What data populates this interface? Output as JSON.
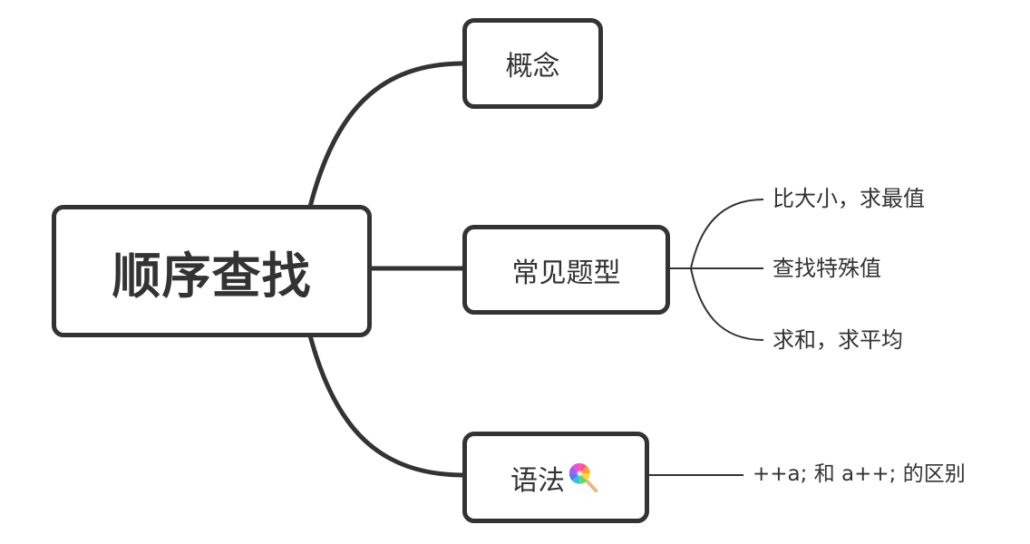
{
  "diagram": {
    "type": "mind-map",
    "root": {
      "label": "顺序查找"
    },
    "branches": [
      {
        "id": "concept",
        "label": "概念",
        "children": []
      },
      {
        "id": "types",
        "label": "常见题型",
        "children": [
          {
            "label": "比大小，求最值"
          },
          {
            "label": "查找特殊值"
          },
          {
            "label": "求和，求平均"
          }
        ]
      },
      {
        "id": "syntax",
        "label": "语法",
        "icon": "lollipop-icon",
        "children": [
          {
            "label": "++a; 和 a++; 的区别"
          }
        ]
      }
    ],
    "colors": {
      "stroke": "#333333",
      "text": "#333333",
      "background": "#ffffff"
    }
  }
}
